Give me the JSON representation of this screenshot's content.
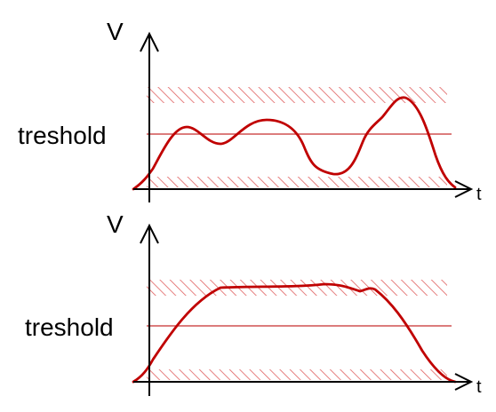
{
  "colors": {
    "signal": "#c00000",
    "threshold_line": "#d05050",
    "hatch": "#e06060",
    "axis": "#000000"
  },
  "panels": [
    {
      "y_axis_label": "V",
      "x_axis_label": "t",
      "threshold_label": "treshold"
    },
    {
      "y_axis_label": "V",
      "x_axis_label": "t",
      "threshold_label": "treshold"
    }
  ]
}
